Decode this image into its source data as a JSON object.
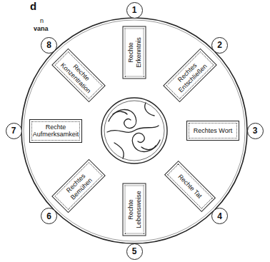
{
  "diagram": {
    "nodes": [
      {
        "text": [
          "1"
        ]
      },
      {
        "text": [
          "Rechte Erkenntnis"
        ]
      },
      {
        "text": [
          "2"
        ]
      },
      {
        "text": [
          "Rechtes Entschließen"
        ]
      },
      {
        "text": [
          "3"
        ]
      },
      {
        "text": [
          "Rechtes Wort"
        ]
      },
      {
        "text": [
          "4"
        ]
      },
      {
        "text": [
          "Rechte Tat"
        ]
      },
      {
        "text": [
          "5"
        ]
      },
      {
        "text": [
          "Rechte Lebensweise"
        ]
      },
      {
        "text": [
          "6"
        ]
      },
      {
        "text": [
          "Rechtes Bemühen"
        ]
      },
      {
        "text": [
          "7"
        ]
      },
      {
        "text": [
          "Rechte Aufmerksamkeit"
        ]
      },
      {
        "text": [
          "8"
        ]
      },
      {
        "text": [
          "Rechte Konzentration"
        ]
      }
    ],
    "labels": [
      "d",
      "n",
      "vana"
    ]
  }
}
